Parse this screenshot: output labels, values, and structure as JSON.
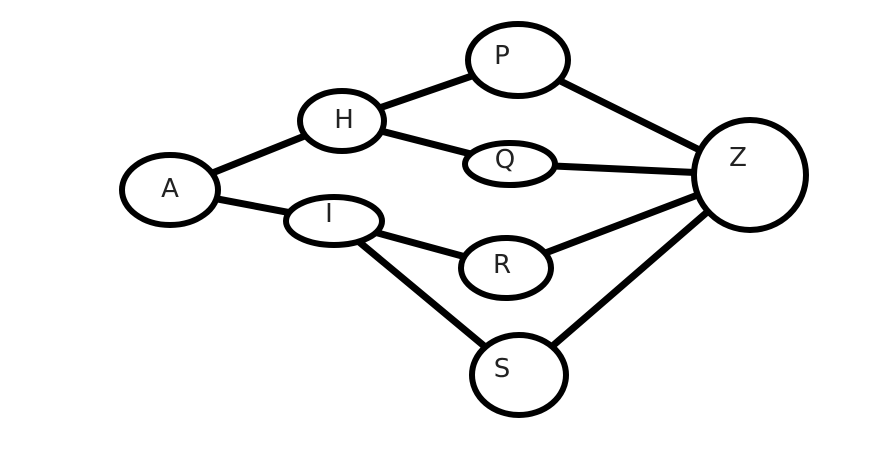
{
  "diagram": {
    "nodes": [
      {
        "id": "A",
        "label": "A"
      },
      {
        "id": "H",
        "label": "H"
      },
      {
        "id": "I",
        "label": "I"
      },
      {
        "id": "P",
        "label": "P"
      },
      {
        "id": "Q",
        "label": "Q"
      },
      {
        "id": "R",
        "label": "R"
      },
      {
        "id": "S",
        "label": "S"
      },
      {
        "id": "Z",
        "label": "Z"
      }
    ],
    "edges": [
      {
        "from": "A",
        "to": "H"
      },
      {
        "from": "A",
        "to": "I"
      },
      {
        "from": "H",
        "to": "P"
      },
      {
        "from": "H",
        "to": "Q"
      },
      {
        "from": "I",
        "to": "R"
      },
      {
        "from": "I",
        "to": "S"
      },
      {
        "from": "P",
        "to": "Z"
      },
      {
        "from": "Q",
        "to": "Z"
      },
      {
        "from": "R",
        "to": "Z"
      },
      {
        "from": "S",
        "to": "Z"
      }
    ]
  }
}
